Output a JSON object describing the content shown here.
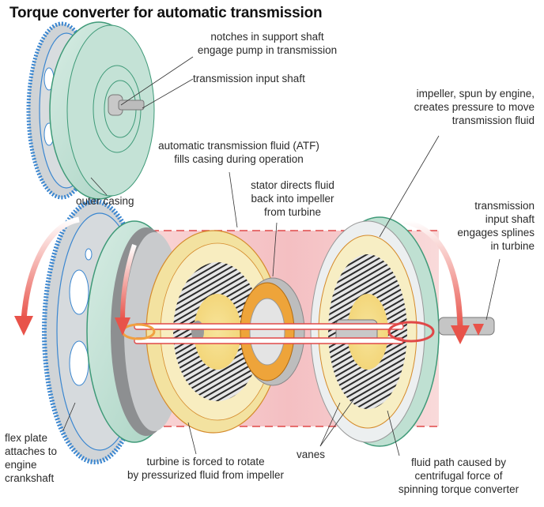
{
  "title": "Torque converter for automatic transmission",
  "labels": {
    "notches": "notches in support shaft\nengage pump in transmission",
    "input_shaft": "transmission input shaft",
    "impeller": "impeller, spun by engine,\ncreates pressure to move\ntransmission fluid",
    "atf": "automatic transmission fluid (ATF)\nfills casing during operation",
    "outer_casing": "outer casing",
    "stator": "stator directs fluid\nback into impeller\nfrom turbine",
    "splines": "transmission\ninput shaft\nengages splines\nin turbine",
    "flex_plate": "flex plate\nattaches to\nengine\ncrankshaft",
    "turbine": "turbine is forced  to rotate\nby pressurized fluid from impeller",
    "vanes": "vanes",
    "fluid_path": "fluid path caused by\ncentrifugal force of\nspinning torque converter"
  },
  "colors": {
    "casing_green": "#b9dccf",
    "casing_stroke": "#3f9a78",
    "flexplate_blue": "#3a86d0",
    "fluid_pink": "#f6c6c8",
    "turbine_yellow": "#f5e6a8",
    "stator_orange": "#eea43a",
    "arrow_red": "#e8534a"
  }
}
